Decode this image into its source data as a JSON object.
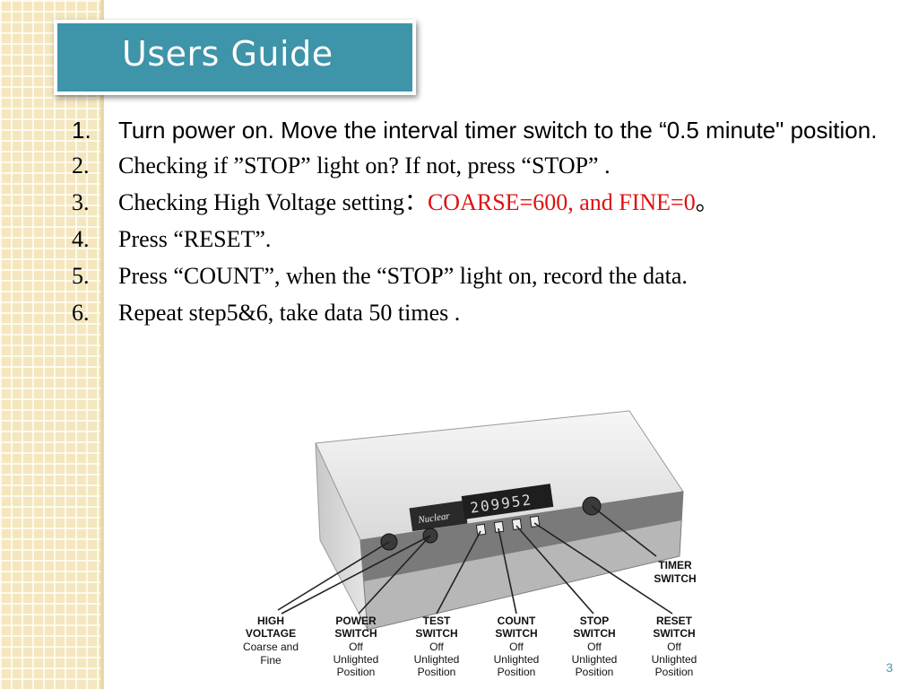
{
  "slide": {
    "title": "Users Guide",
    "page_number": "3"
  },
  "steps": [
    {
      "num": "1.",
      "text": "Turn power on. Move the interval timer switch to the “0.5 minute\" position."
    },
    {
      "num": "2.",
      "text": "Checking if  ”STOP” light on? If not, press “STOP” ."
    },
    {
      "num": "3.",
      "text_before": "Checking High Voltage setting：",
      "text_highlight": "COARSE=600, and FINE=0",
      "text_after": "。"
    },
    {
      "num": "4.",
      "text": "Press “RESET”."
    },
    {
      "num": "5.",
      "text": "Press “COUNT”, when the “STOP” light on, record the data."
    },
    {
      "num": "6.",
      "text": "Repeat step5&6, take data 50 times ."
    }
  ],
  "figure": {
    "display_digits": "209952",
    "brand": "Nuclear",
    "labels": {
      "timer": [
        "TIMER",
        "SWITCH"
      ],
      "high_voltage": [
        "HIGH",
        "VOLTAGE",
        "Coarse and",
        "Fine"
      ],
      "power": [
        "POWER",
        "SWITCH",
        "Off",
        "Unlighted",
        "Position"
      ],
      "test": [
        "TEST",
        "SWITCH",
        "Off",
        "Unlighted",
        "Position"
      ],
      "count": [
        "COUNT",
        "SWITCH",
        "Off",
        "Unlighted",
        "Position"
      ],
      "stop": [
        "STOP",
        "SWITCH",
        "Off",
        "Unlighted",
        "Position"
      ],
      "reset": [
        "RESET",
        "SWITCH",
        "Off",
        "Unlighted",
        "Position"
      ]
    }
  },
  "colors": {
    "title_bg": "#3e94a9",
    "highlight": "#e01010",
    "grid_bg": "#f4e6bd",
    "page_number": "#4a9bb0"
  }
}
